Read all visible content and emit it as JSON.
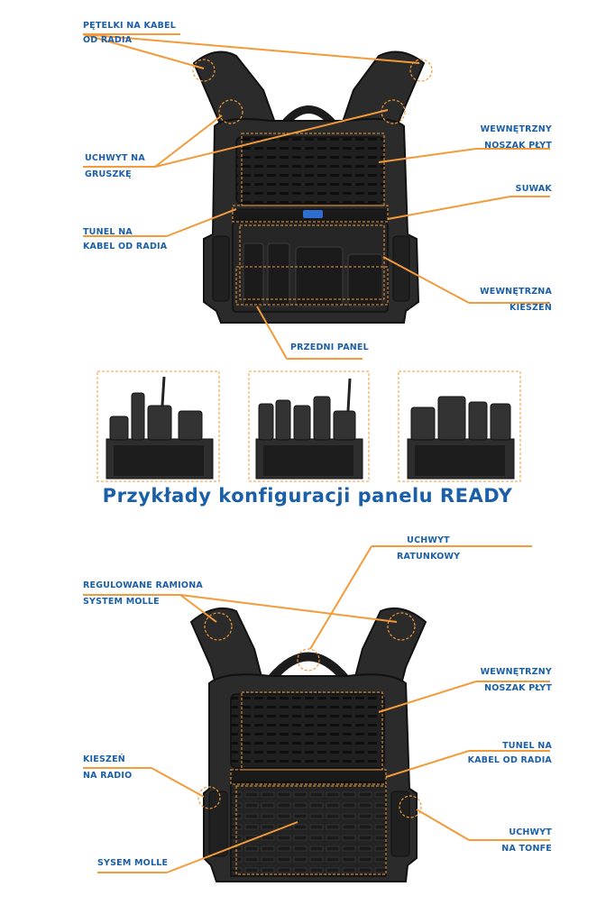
{
  "colors": {
    "accent": "#f39a3a",
    "label": "#1a5fa8",
    "vest": "#2b2b2b",
    "vest_dark": "#141414"
  },
  "top_labels": {
    "petelki": [
      "PĘTELKI NA KABEL",
      "OD RADIA"
    ],
    "uchwyt_gruszke": [
      "UCHWYT NA",
      "GRUSZKĘ"
    ],
    "tunel": [
      "TUNEL NA",
      "KABEL OD RADIA"
    ],
    "noszak": [
      "WEWNĘTRZNY",
      "NOSZAK PŁYT"
    ],
    "suwak": [
      "SUWAK"
    ],
    "kieszen": [
      "WEWNĘTRZNA",
      "KIESZEŃ"
    ],
    "przedni": [
      "PRZEDNI PANEL"
    ]
  },
  "caption": "Przykłady konfiguracji panelu READY",
  "bottom_labels": {
    "ratunkowy": [
      "UCHWYT",
      "RATUNKOWY"
    ],
    "ramiona": [
      "REGULOWANE RAMIONA",
      "SYSTEM MOLLE"
    ],
    "noszak": [
      "WEWNĘTRZNY",
      "NOSZAK PŁYT"
    ],
    "tunel": [
      "TUNEL NA",
      "KABEL OD RADIA"
    ],
    "kieszen_radio": [
      "KIESZEŃ",
      "NA RADIO"
    ],
    "tonfe": [
      "UCHWYT",
      "NA TONFE"
    ],
    "molle": [
      "SYSEM MOLLE"
    ]
  }
}
